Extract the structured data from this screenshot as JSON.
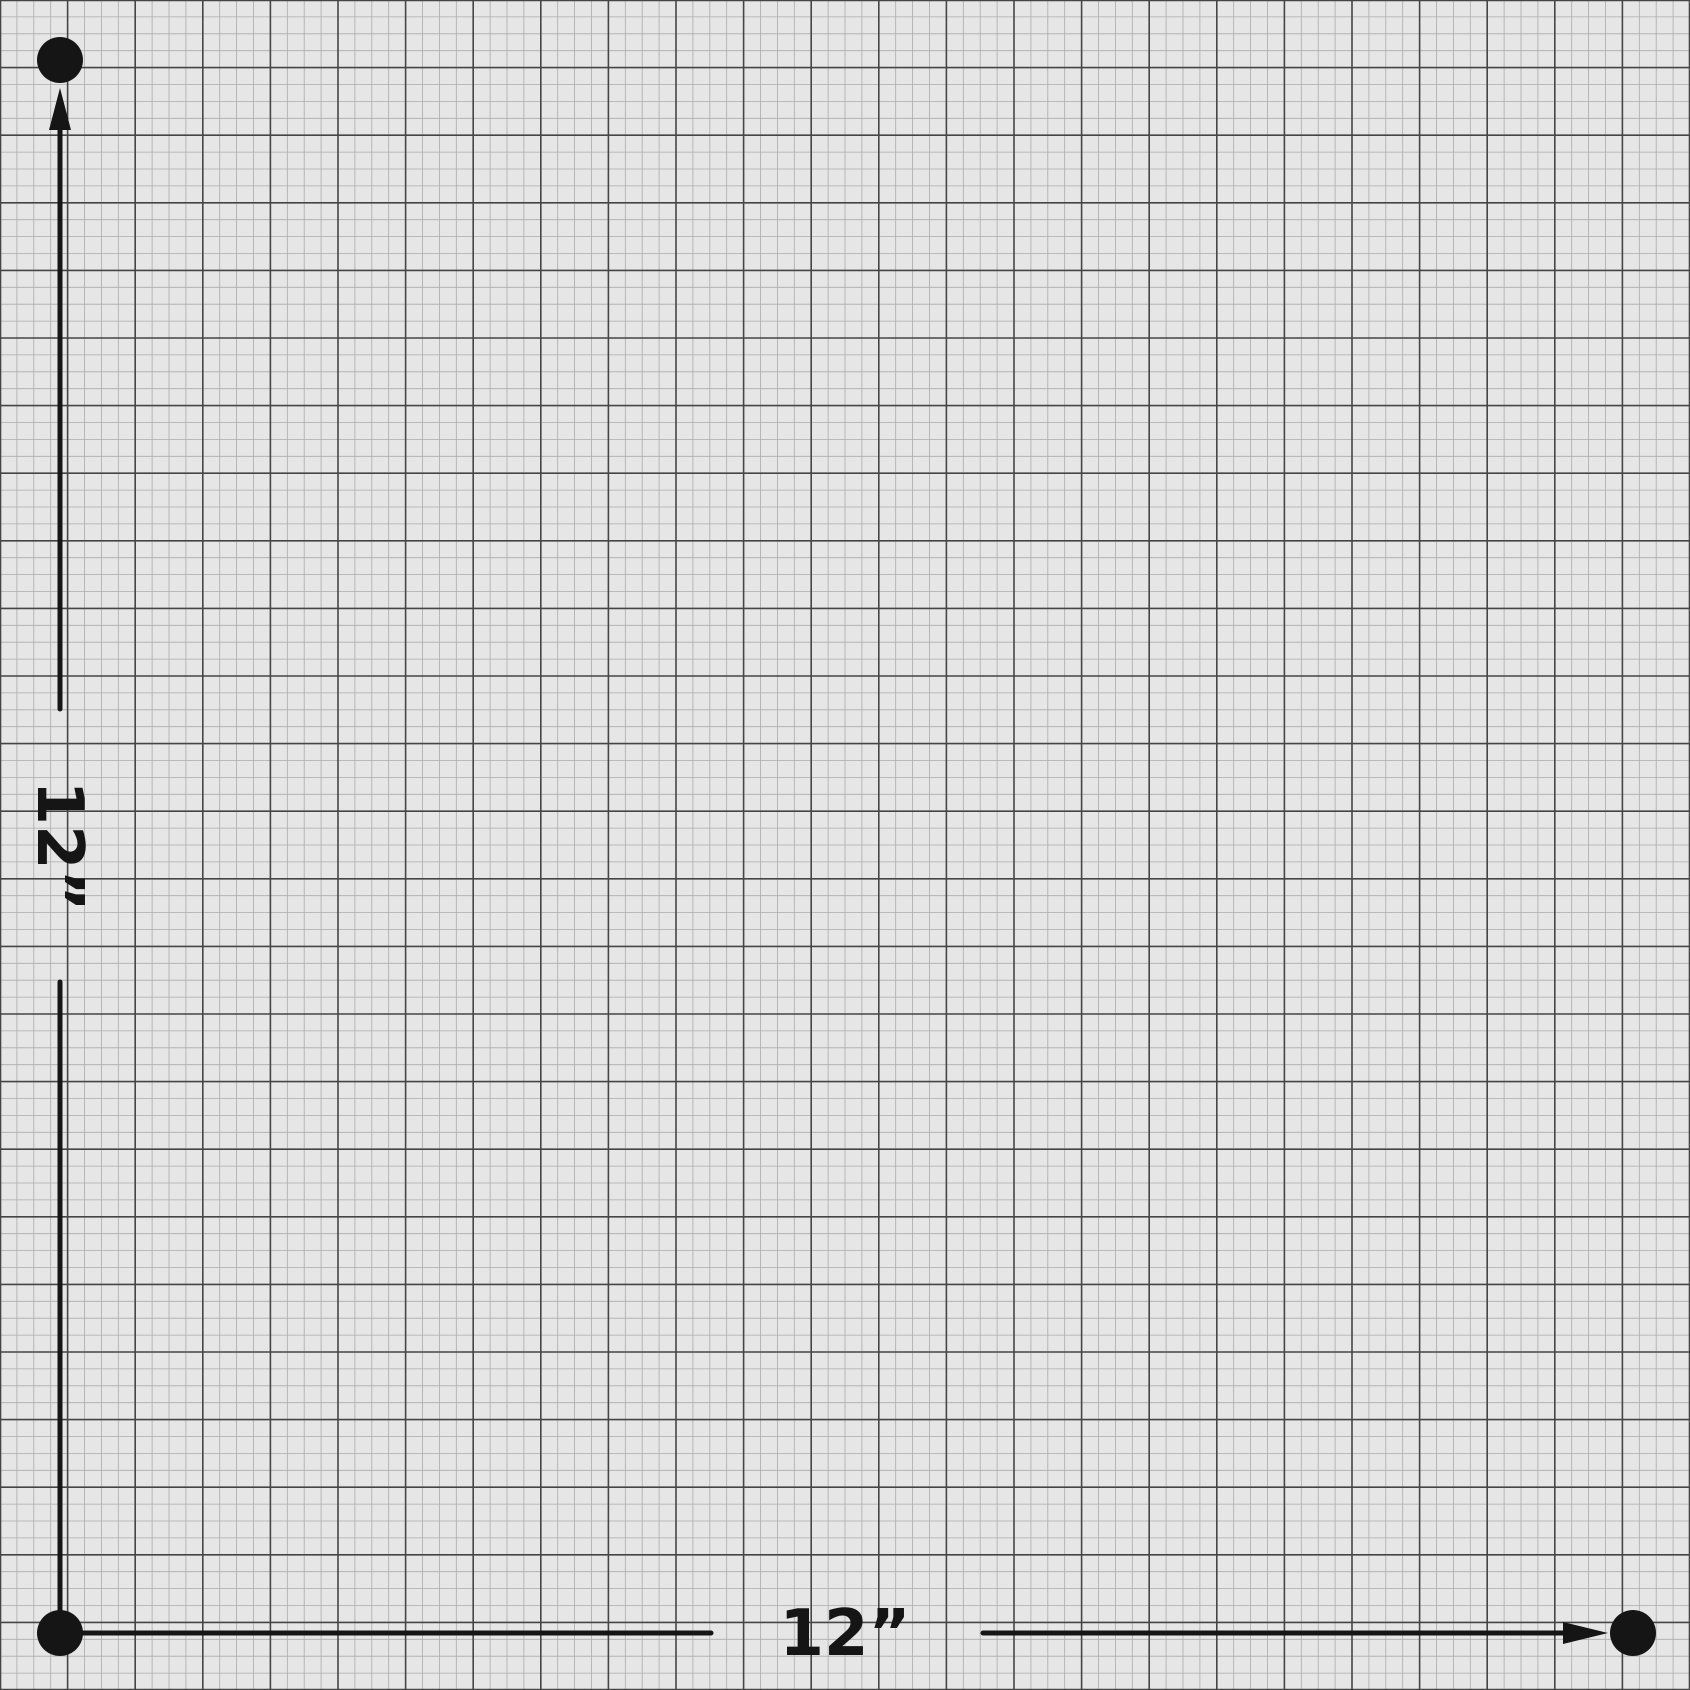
{
  "diagram": {
    "colors": {
      "background": "#e6e6e6",
      "minor_grid": "#ababab",
      "major_grid": "#454545",
      "marks": "#151515"
    },
    "grid": {
      "minor_divisions": 100,
      "minor_per_major": 4
    },
    "labels": {
      "horizontal": "12”",
      "vertical": "12”"
    },
    "icons": {
      "origin": "circle-dot",
      "endpoint": "circle-dot",
      "arrow": "arrowhead"
    }
  }
}
